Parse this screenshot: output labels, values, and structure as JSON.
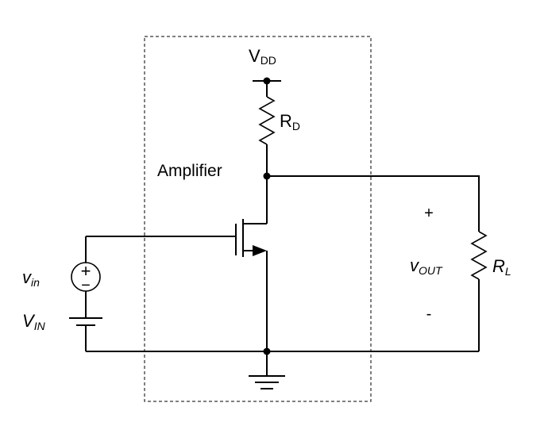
{
  "diagram": {
    "supply_label": {
      "main": "V",
      "sub": "DD"
    },
    "drain_resistor_label": {
      "main": "R",
      "sub": "D"
    },
    "block_label": "Amplifier",
    "ac_source_label": {
      "main": "v",
      "sub": "in"
    },
    "dc_source_label": {
      "main": "V",
      "sub": "IN"
    },
    "output_label": {
      "main": "v",
      "sub": "OUT"
    },
    "output_plus": "+",
    "output_minus": "-",
    "ac_source_plus": "+",
    "ac_source_minus": "−",
    "load_resistor_label": {
      "main": "R",
      "sub": "L"
    }
  }
}
